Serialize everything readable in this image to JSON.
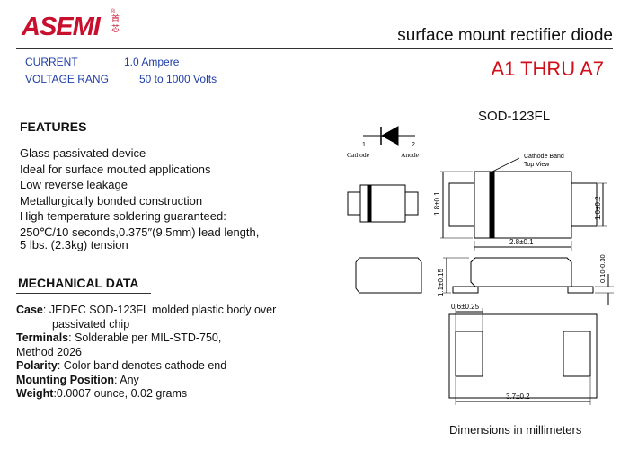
{
  "header": {
    "brand": "ASEMI",
    "brand_cn": "首芯",
    "registered": "®",
    "doc_title": "surface mount rectifier diode"
  },
  "specs": {
    "current_label": "CURRENT",
    "current_value": "1.0  Ampere",
    "voltage_label": "VOLTAGE RANG",
    "voltage_value": "50  to 1000  Volts"
  },
  "part_range": "A1 THRU A7",
  "features": {
    "heading": "FEATURES",
    "items": [
      "Glass passivated device",
      "Ideal for surface mouted applications",
      "Low reverse leakage",
      "Metallurgically bonded construction",
      "High temperature soldering guaranteed:",
      "250℃/10 seconds,0.375″(9.5mm) lead length,",
      "5 lbs. (2.3kg) tension"
    ]
  },
  "mechanical": {
    "heading": "MECHANICAL DATA",
    "case_label": "Case",
    "case_text": ": JEDEC SOD-123FL molded plastic body over",
    "case_text2": "passivated chip",
    "terminals_label": "Terminals",
    "terminals_text": ": Solderable per MIL-STD-750,",
    "terminals_text2": "Method 2026",
    "polarity_label": "Polarity",
    "polarity_text": ": Color band denotes cathode end",
    "mounting_label": "Mounting Position",
    "mounting_text": ": Any",
    "weight_label": "Weight",
    "weight_text": ":0.0007 ounce, 0.02 grams"
  },
  "package": {
    "name": "SOD-123FL",
    "pin1": "1",
    "pin2": "2",
    "cathode": "Cathode",
    "anode": "Anode",
    "band_label_1": "Cathode Band",
    "band_label_2": "Top View",
    "dim_height": "1.8±0.1",
    "dim_width": "2.8±0.1",
    "dim_lead_h": "1.0±0.2",
    "dim_thickness": "1.1±0.15",
    "dim_lead_t": "0.10-0.30",
    "dim_lead_len": "0.6±0.25",
    "dim_total": "3.7±0.2"
  },
  "footer": "Dimensions in millimeters"
}
